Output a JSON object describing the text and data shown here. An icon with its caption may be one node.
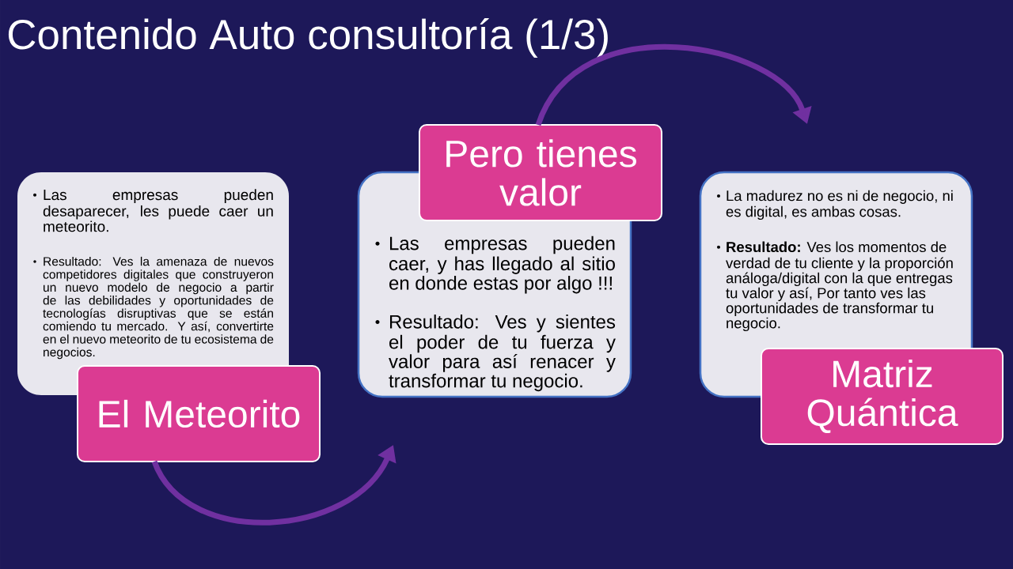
{
  "diagram": {
    "title": "Contenido Auto consultoría (1/3)",
    "nodes": [
      {
        "text": [
          "Las empresas pueden desaparecer, les puede caer un meteorito.",
          "Resultado: Ves la amenaza de nuevos competidores digitales que construyeron un nuevo modelo de negocio a partir de las debilidades y oportunidades de tecnologías disruptivas que se están comiendo tu mercado. Y así, convertirte en el nuevo meteorito de tu ecosistema de negocios."
        ]
      },
      {
        "text": [
          "El Meteorito"
        ]
      },
      {
        "text": [
          "Pero tienes valor"
        ]
      },
      {
        "text": [
          "Las empresas pueden caer, y has llegado al sitio en donde estas por algo !!!",
          "Resultado: Ves y sientes el poder de tu fuerza y valor para así renacer y transformar tu negocio."
        ]
      },
      {
        "text": [
          "La madurez no es ni de negocio, ni es digital, es ambas cosas.",
          "**Resultado:** Ves los momentos de verdad de tu cliente y la proporción análoga/digital con la que entregas tu valor y así, Por tanto ves las oportunidades de transformar tu negocio."
        ]
      },
      {
        "text": [
          "Matriz Quántica"
        ]
      }
    ],
    "edges": [
      {
        "from": 1,
        "to": 3,
        "arrow": "to"
      },
      {
        "from": 2,
        "to": 4,
        "arrow": "to"
      }
    ]
  }
}
